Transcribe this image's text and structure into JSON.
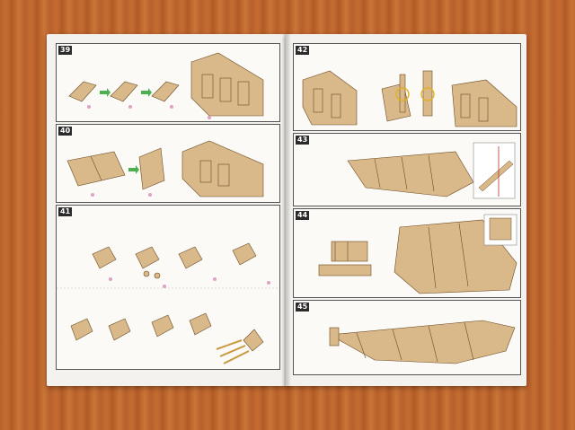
{
  "steps": [
    {
      "num": "39"
    },
    {
      "num": "40"
    },
    {
      "num": "41"
    },
    {
      "num": "42"
    },
    {
      "num": "43"
    },
    {
      "num": "44"
    },
    {
      "num": "45"
    }
  ],
  "colors": {
    "table": "#b8602b",
    "paper": "#f4f2ee",
    "wood": "#d9b98a",
    "badge": "#2b2b2b",
    "blue_label": "#2a56b8"
  }
}
